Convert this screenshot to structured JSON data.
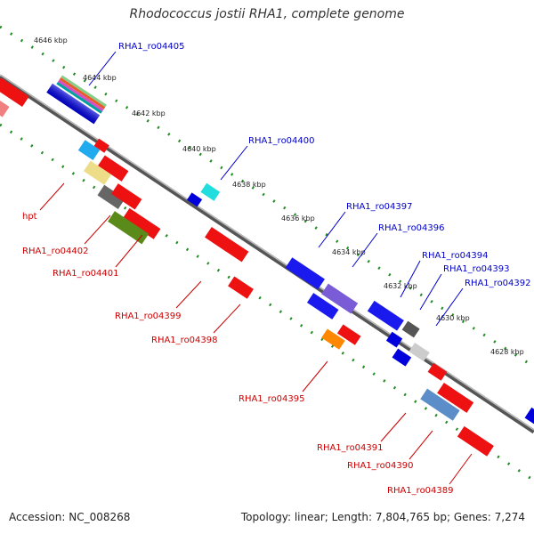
{
  "title": "Rhodococcus jostii RHA1, complete genome",
  "footer": {
    "accession": "Accession: NC_008268",
    "summary": "Topology: linear; Length: 7,804,765 bp; Genes: 7,274"
  },
  "scale_labels": [
    "4646 kbp",
    "4644 kbp",
    "4642 kbp",
    "4640 kbp",
    "4638 kbp",
    "4636 kbp",
    "4634 kbp",
    "4632 kbp",
    "4630 kbp",
    "4628 kbp"
  ],
  "forward_gene_labels": [
    "RHA1_ro04405",
    "RHA1_ro04400",
    "RHA1_ro04397",
    "RHA1_ro04396",
    "RHA1_ro04394",
    "RHA1_ro04393",
    "RHA1_ro04392"
  ],
  "reverse_gene_labels": [
    "hpt",
    "RHA1_ro04402",
    "RHA1_ro04401",
    "RHA1_ro04399",
    "RHA1_ro04398",
    "RHA1_ro04395",
    "RHA1_ro04391",
    "RHA1_ro04390",
    "RHA1_ro04389"
  ],
  "colors": {
    "forward_label": "#0000cc",
    "reverse_label": "#cc0000",
    "backbone": "#777777",
    "dotted_track": "#228b22"
  }
}
